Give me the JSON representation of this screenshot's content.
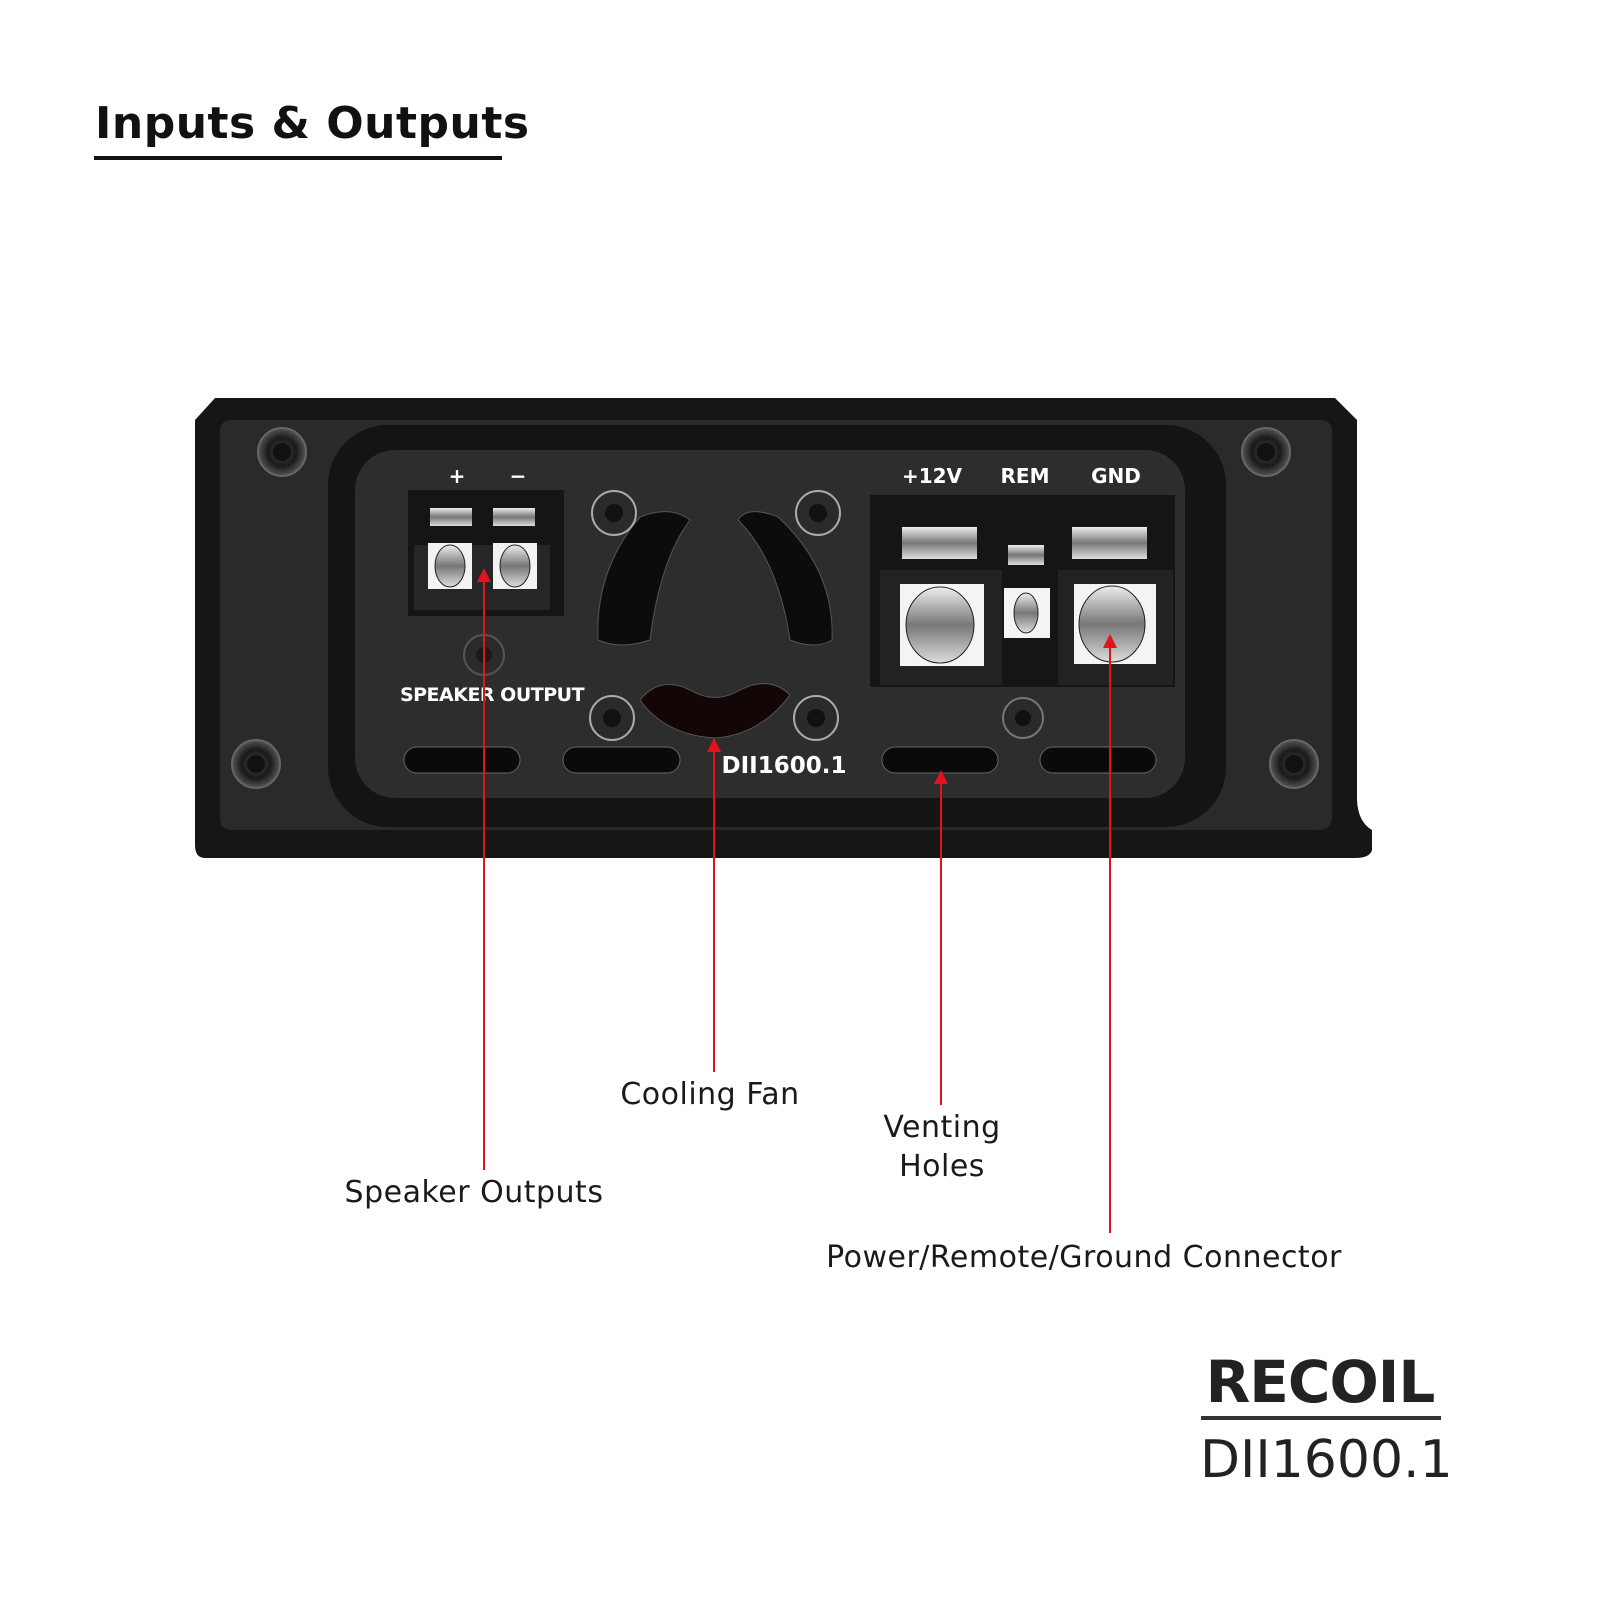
{
  "title": "Inputs & Outputs",
  "device": {
    "speaker_plus": "+",
    "speaker_minus": "−",
    "speaker_label": "SPEAKER OUTPUT",
    "power_labels": [
      "+12V",
      "REM",
      "GND"
    ],
    "model_print": "DII1600.1"
  },
  "callouts": {
    "speaker_outputs": "Speaker Outputs",
    "cooling_fan": "Cooling Fan",
    "venting_line1": "Venting",
    "venting_line2": "Holes",
    "power_connector": "Power/Remote/Ground Connector"
  },
  "brand": {
    "logo": "RECOIL",
    "model": "DII1600.1"
  },
  "colors": {
    "callout_line": "#e0141e",
    "chassis": "#1c1c1c",
    "panel": "#2c2c2c"
  }
}
